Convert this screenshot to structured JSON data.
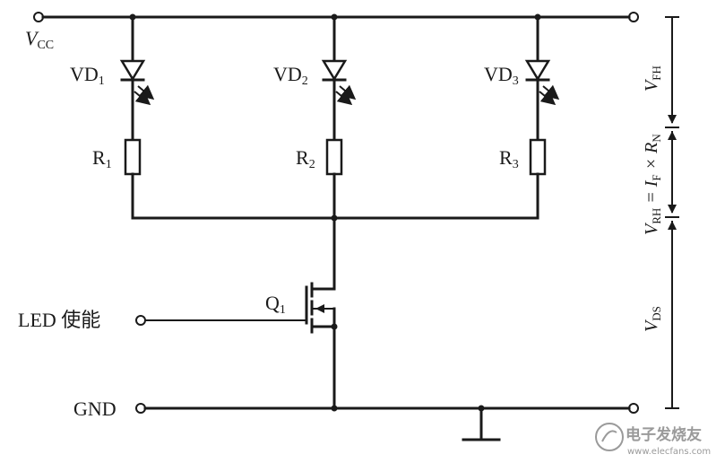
{
  "labels": {
    "vcc": "V",
    "vcc_sub": "CC",
    "vd1": "VD",
    "vd1_sub": "1",
    "vd2": "VD",
    "vd2_sub": "2",
    "vd3": "VD",
    "vd3_sub": "3",
    "r1": "R",
    "r1_sub": "1",
    "r2": "R",
    "r2_sub": "2",
    "r3": "R",
    "r3_sub": "3",
    "q1": "Q",
    "q1_sub": "1",
    "led_enable": "LED 使能",
    "gnd": "GND",
    "vfh": "V",
    "vfh_sub": "FH",
    "vrh": "V",
    "vrh_sub": "RH",
    "vrh_eq": " = I",
    "vrh_eq_sub": "F",
    "vrh_times": " × R",
    "vrh_times_sub": "N",
    "vds": "V",
    "vds_sub": "DS"
  },
  "watermark": {
    "text": "电子发烧友",
    "url": "www.elecfans.com"
  }
}
